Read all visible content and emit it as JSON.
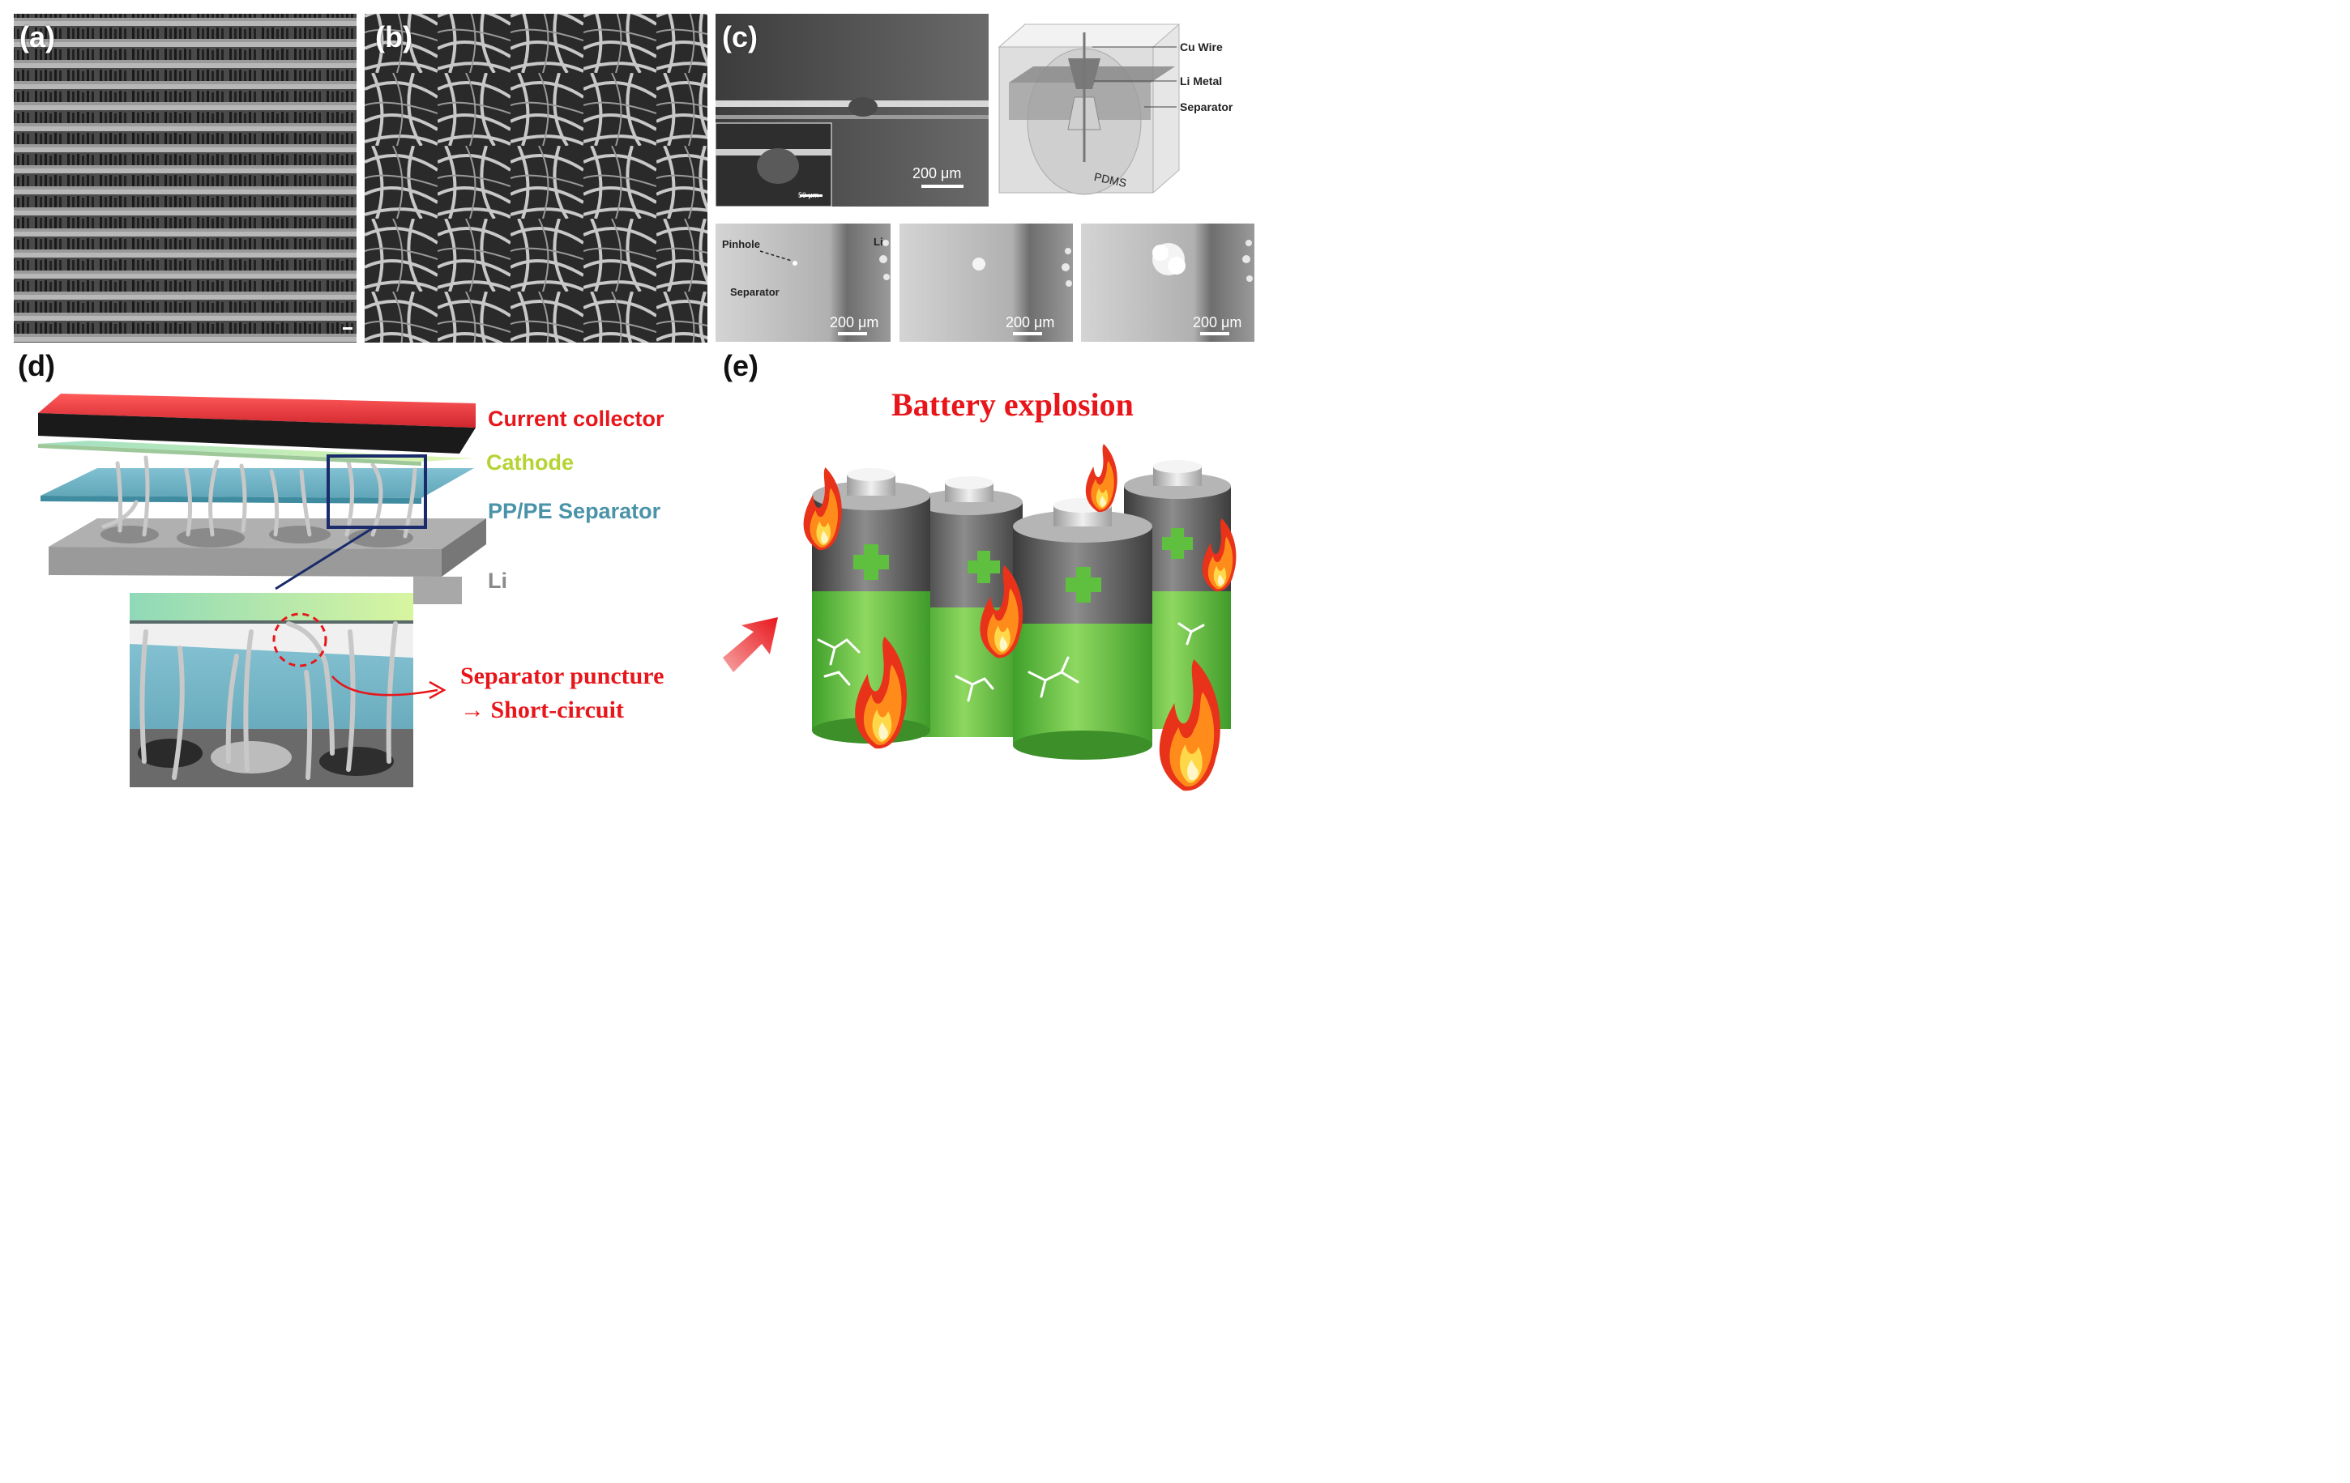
{
  "figure": {
    "panels": {
      "a": {
        "letter": "(a)"
      },
      "b": {
        "letter": "(b)"
      },
      "c": {
        "letter": "(c)",
        "top_scale": "200 μm",
        "inset_scale": "50 μm",
        "schematic_labels": {
          "cu_wire": "Cu Wire",
          "li_metal": "Li Metal",
          "separator": "Separator",
          "pdms": "PDMS"
        },
        "bottom": {
          "pinhole": "Pinhole",
          "separator": "Separator",
          "li": "Li",
          "scales": [
            "200 μm",
            "200 μm",
            "200 μm"
          ]
        }
      },
      "d": {
        "letter": "(d)",
        "layers": {
          "current_collector": "Current collector",
          "cathode": "Cathode",
          "separator": "PP/PE Separator",
          "li": "Li"
        },
        "puncture_line1": "Separator puncture",
        "puncture_line2": "→ Short-circuit"
      },
      "e": {
        "letter": "(e)",
        "title": "Battery explosion"
      }
    },
    "colors": {
      "red_text": "#e8161b",
      "cathode_text": "#b5d334",
      "separator_text": "#4a93a8",
      "li_text": "#8a8a8a",
      "battery_green": "#5cbf3a",
      "battery_gray": "#5a5a5a"
    }
  }
}
